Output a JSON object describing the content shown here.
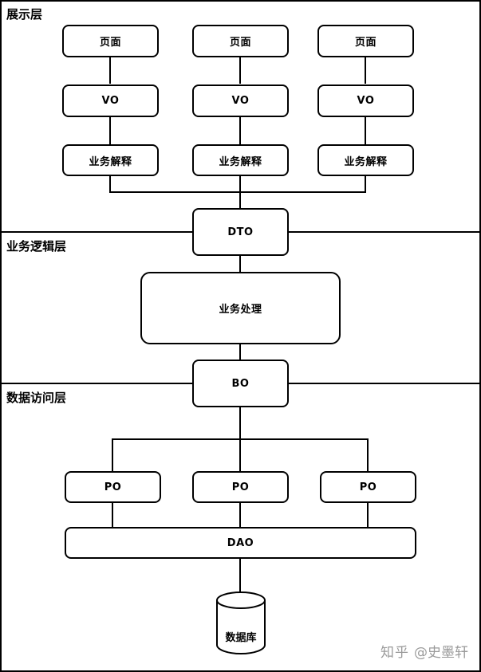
{
  "layers": {
    "presentation": "展示层",
    "business": "业务逻辑层",
    "data_access": "数据访问层"
  },
  "presentation": {
    "pages": [
      "页面",
      "页面",
      "页面"
    ],
    "vos": [
      "VO",
      "VO",
      "VO"
    ],
    "interpret": [
      "业务解释",
      "业务解释",
      "业务解释"
    ]
  },
  "dto": "DTO",
  "business_process": "业务处理",
  "bo": "BO",
  "data": {
    "pos": [
      "PO",
      "PO",
      "PO"
    ],
    "dao": "DAO",
    "database": "数据库"
  },
  "watermark": {
    "brand": "知乎",
    "author": "@史墨轩"
  }
}
